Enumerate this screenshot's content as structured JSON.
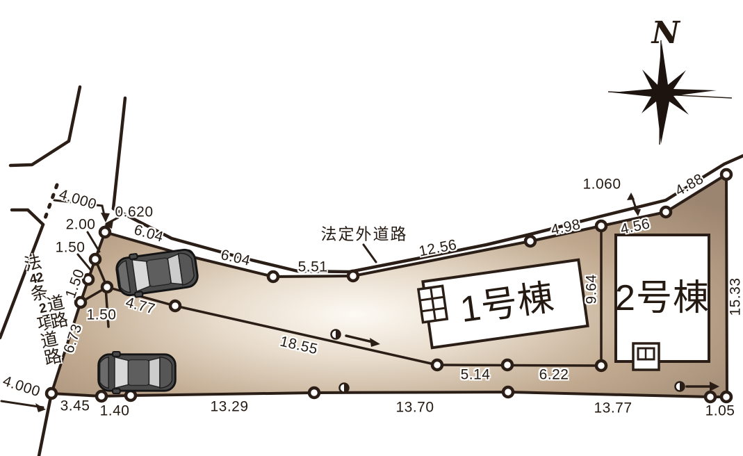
{
  "compass": {
    "north": "N"
  },
  "roads": {
    "outside_road_label": "法定外道路",
    "left_road_label": "法42条2項道路",
    "left_chars": [
      "法",
      "42",
      "条",
      "2",
      "項",
      "道",
      "路"
    ],
    "sub_label": "道路",
    "sub_chars": [
      "道",
      "路"
    ]
  },
  "buildings": {
    "b1": "1号棟",
    "b2": "2号棟"
  },
  "dims": {
    "top_road_width": "4.000",
    "offset_620": "0.620",
    "seg_2_00": "2.00",
    "seg_1_50_a": "1.50",
    "seg_1_50_b": "1.50",
    "seg_1_50_c": "1.50",
    "west_6_73": "6.73",
    "south_road_width": "4.000",
    "south_3_45": "3.45",
    "south_1_40": "1.40",
    "south_13_29": "13.29",
    "south_13_70": "13.70",
    "south_13_77": "13.77",
    "south_1_05": "1.05",
    "east_15_33": "15.33",
    "mid_9_64": "9.64",
    "inner_5_14": "5.14",
    "inner_6_22": "6.22",
    "drive_18_55": "18.55",
    "drive_4_77": "4.77",
    "north_6_04_a": "6.04",
    "north_6_04_b": "6.04",
    "north_5_51": "5.51",
    "north_12_56": "12.56",
    "north_4_98": "4.98",
    "north_4_56": "4.56",
    "north_4_88": "4.88",
    "gap_1_060": "1.060"
  },
  "colors": {
    "line": "#2a1e16",
    "lot_edge": "#9d8670",
    "lot_center": "#faf6ef",
    "building": "#ffffff"
  }
}
